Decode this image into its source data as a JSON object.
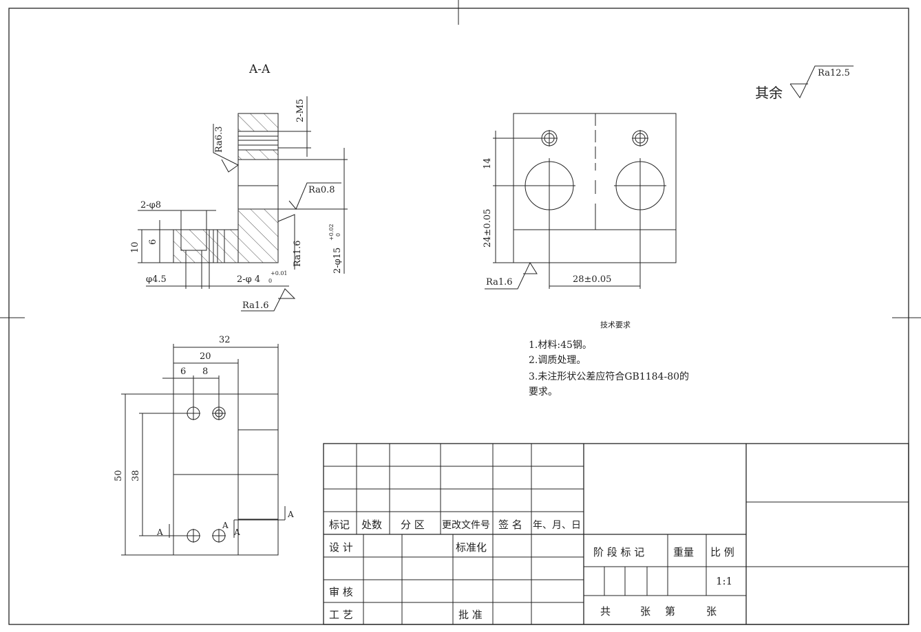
{
  "section_view": {
    "title": "A-A",
    "labels": {
      "m5": "2-M5",
      "ra63": "Ra6.3",
      "ra08": "Ra0.8",
      "phi8": "2-φ8",
      "dim10": "10",
      "dim6": "6",
      "ra16_right": "Ra1.6",
      "phi15": "2-φ15",
      "phi15_tol_upper": "+0.02",
      "phi15_tol_lower": "0",
      "phi45": "φ4.5",
      "phi4": "2-φ 4",
      "phi4_tol_upper": "+0.01",
      "phi4_tol_lower": "0",
      "ra16_bottom": "Ra1.6"
    }
  },
  "side_view": {
    "labels": {
      "dim14": "14",
      "dim24": "24±0.05",
      "ra16": "Ra1.6",
      "dim28": "28±0.05"
    }
  },
  "top_view": {
    "labels": {
      "dim32": "32",
      "dim20": "20",
      "dim6": "6",
      "dim8": "8",
      "dim50": "50",
      "dim38": "38",
      "a_left": "A",
      "a_mid": "A",
      "a_right": "A",
      "a_top": "A"
    }
  },
  "roughness_note": {
    "prefix": "其余",
    "value": "Ra12.5"
  },
  "tech_requirements": {
    "heading": "技术要求",
    "line1": "1.材料:45钢。",
    "line2": "2.调质处理。",
    "line3": "3.未注形状公差应符合GB1184-80的",
    "line4": "要求。"
  },
  "title_block": {
    "mark": "标记",
    "count": "处数",
    "zone": "分 区",
    "change_doc": "更改文件号",
    "sign": "签 名",
    "date": "年、月、日",
    "design": "设 计",
    "standardize": "标准化",
    "review": "审 核",
    "process": "工 艺",
    "approve": "批 准",
    "stage_mark": "阶 段 标 记",
    "weight": "重量",
    "scale": "比 例",
    "scale_value": "1:1",
    "total": "共",
    "sheets": "张",
    "page": "第",
    "sheet2": "张"
  }
}
